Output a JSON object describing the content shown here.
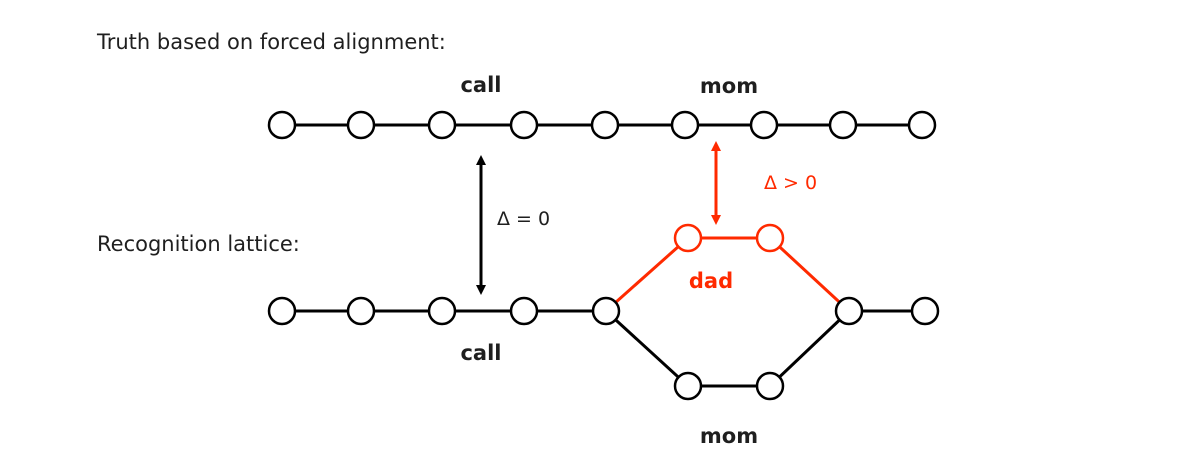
{
  "truth_title": "Truth based on forced alignment:",
  "lattice_title": "Recognition lattice:",
  "truth_words": [
    "call",
    "mom"
  ],
  "lattice_words": {
    "call": "call",
    "dad": "dad",
    "mom": "mom"
  },
  "delta_zero": "Δ = 0",
  "delta_positive": "Δ > 0",
  "colors": {
    "black": "#000000",
    "highlight": "#ff2a00",
    "text": "#1f1f1f"
  }
}
